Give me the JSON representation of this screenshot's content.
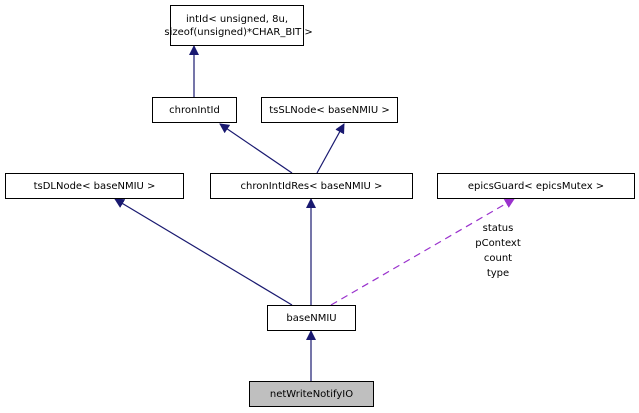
{
  "diagram": {
    "type": "inheritance-collaboration-graph",
    "nodes": [
      {
        "id": "intId",
        "label": "intId< unsigned, 8u,\n sizeof(unsigned)*CHAR_BIT >"
      },
      {
        "id": "chronIntId",
        "label": "chronIntId"
      },
      {
        "id": "tsSLNode",
        "label": "tsSLNode< baseNMIU >"
      },
      {
        "id": "tsDLNode",
        "label": "tsDLNode< baseNMIU >"
      },
      {
        "id": "chronIntIdRes",
        "label": "chronIntIdRes< baseNMIU >"
      },
      {
        "id": "epicsGuard",
        "label": "epicsGuard< epicsMutex >"
      },
      {
        "id": "baseNMIU",
        "label": "baseNMIU"
      },
      {
        "id": "netWriteNotifyIO",
        "label": "netWriteNotifyIO",
        "current": true
      }
    ],
    "edges": [
      {
        "from": "chronIntId",
        "to": "intId",
        "kind": "inheritance"
      },
      {
        "from": "chronIntIdRes",
        "to": "chronIntId",
        "kind": "inheritance"
      },
      {
        "from": "chronIntIdRes",
        "to": "tsSLNode",
        "kind": "inheritance"
      },
      {
        "from": "baseNMIU",
        "to": "tsDLNode",
        "kind": "inheritance"
      },
      {
        "from": "baseNMIU",
        "to": "chronIntIdRes",
        "kind": "inheritance"
      },
      {
        "from": "baseNMIU",
        "to": "epicsGuard",
        "kind": "usage",
        "label": "status\npContext\ncount\ntype"
      },
      {
        "from": "netWriteNotifyIO",
        "to": "baseNMIU",
        "kind": "inheritance"
      }
    ],
    "colors": {
      "inheritance": "#191970",
      "usage": "#9a32cd",
      "current_fill": "#bfbfbf"
    },
    "usage_label": "status\npContext\ncount\ntype"
  }
}
